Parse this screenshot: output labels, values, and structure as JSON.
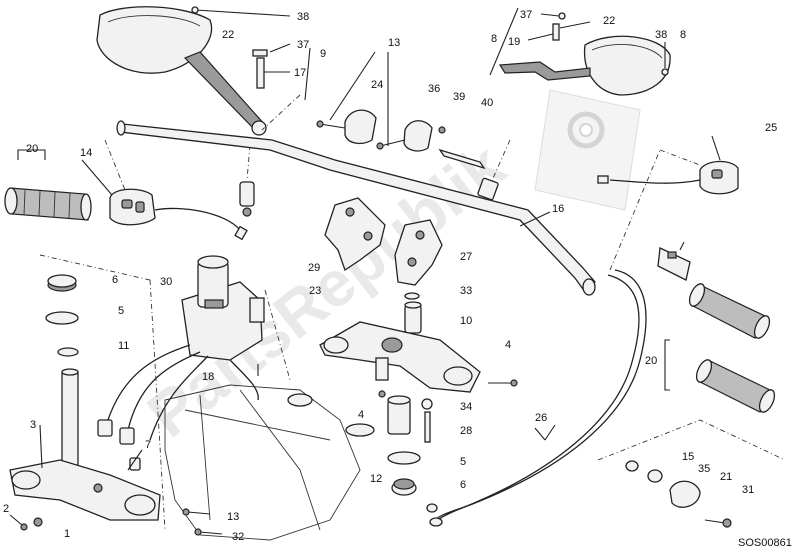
{
  "watermark": {
    "text": "PartsRepublik"
  },
  "diagram_code": "SOS00861",
  "callouts": [
    {
      "id": "c38a",
      "text": "38"
    },
    {
      "id": "c22a",
      "text": "22"
    },
    {
      "id": "c37a",
      "text": "37"
    },
    {
      "id": "c17",
      "text": "17"
    },
    {
      "id": "c9",
      "text": "9"
    },
    {
      "id": "c13a",
      "text": "13"
    },
    {
      "id": "c24",
      "text": "24"
    },
    {
      "id": "c36",
      "text": "36"
    },
    {
      "id": "c39",
      "text": "39"
    },
    {
      "id": "c40",
      "text": "40"
    },
    {
      "id": "c37b",
      "text": "37"
    },
    {
      "id": "c8a",
      "text": "8"
    },
    {
      "id": "c19",
      "text": "19"
    },
    {
      "id": "c22b",
      "text": "22"
    },
    {
      "id": "c38b",
      "text": "38"
    },
    {
      "id": "c8b",
      "text": "8"
    },
    {
      "id": "c20a",
      "text": "20"
    },
    {
      "id": "c14",
      "text": "14"
    },
    {
      "id": "c25",
      "text": "25"
    },
    {
      "id": "c16",
      "text": "16"
    },
    {
      "id": "c29",
      "text": "29"
    },
    {
      "id": "c27",
      "text": "27"
    },
    {
      "id": "c6a",
      "text": "6"
    },
    {
      "id": "c5a",
      "text": "5"
    },
    {
      "id": "c11",
      "text": "11"
    },
    {
      "id": "c30",
      "text": "30"
    },
    {
      "id": "c23",
      "text": "23"
    },
    {
      "id": "c33",
      "text": "33"
    },
    {
      "id": "c10",
      "text": "10"
    },
    {
      "id": "c20b",
      "text": "20"
    },
    {
      "id": "c4a",
      "text": "4"
    },
    {
      "id": "c18",
      "text": "18"
    },
    {
      "id": "c3",
      "text": "3"
    },
    {
      "id": "c4b",
      "text": "4"
    },
    {
      "id": "c34",
      "text": "34"
    },
    {
      "id": "c26",
      "text": "26"
    },
    {
      "id": "c28",
      "text": "28"
    },
    {
      "id": "c7",
      "text": "7"
    },
    {
      "id": "c12",
      "text": "12"
    },
    {
      "id": "c5b",
      "text": "5"
    },
    {
      "id": "c15",
      "text": "15"
    },
    {
      "id": "c35",
      "text": "35"
    },
    {
      "id": "c21",
      "text": "21"
    },
    {
      "id": "c6b",
      "text": "6"
    },
    {
      "id": "c31",
      "text": "31"
    },
    {
      "id": "c2",
      "text": "2"
    },
    {
      "id": "c1",
      "text": "1"
    },
    {
      "id": "c13b",
      "text": "13"
    },
    {
      "id": "c32",
      "text": "32"
    }
  ]
}
